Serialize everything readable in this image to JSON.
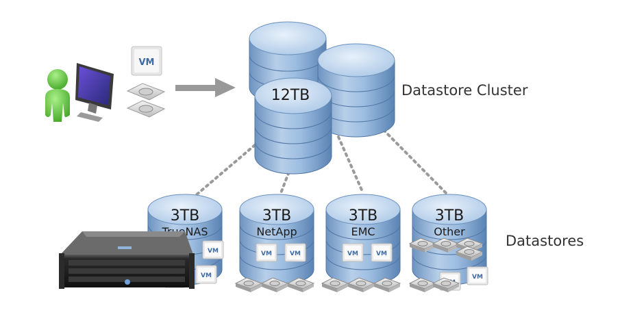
{
  "labels": {
    "cluster": "Datastore Cluster",
    "datastores": "Datastores"
  },
  "cluster": {
    "capacity": "12TB"
  },
  "source": {
    "vm_badge": "VM"
  },
  "datastores": [
    {
      "capacity": "3TB",
      "name": "TrueNAS",
      "vms": 3,
      "disks": 0
    },
    {
      "capacity": "3TB",
      "name": "NetApp",
      "vms": 2,
      "disks": 3
    },
    {
      "capacity": "3TB",
      "name": "EMC",
      "vms": 2,
      "disks": 3
    },
    {
      "capacity": "3TB",
      "name": "Other",
      "vms": 2,
      "disks": 6
    }
  ],
  "vm_label": "VM",
  "colors": {
    "cylinder_light": "#c9dcef",
    "cylinder_mid": "#8fb3d9",
    "cylinder_dark": "#5f88b8",
    "arrow": "#999999",
    "dots": "#9a9a9a",
    "person": "#5fc03a"
  }
}
